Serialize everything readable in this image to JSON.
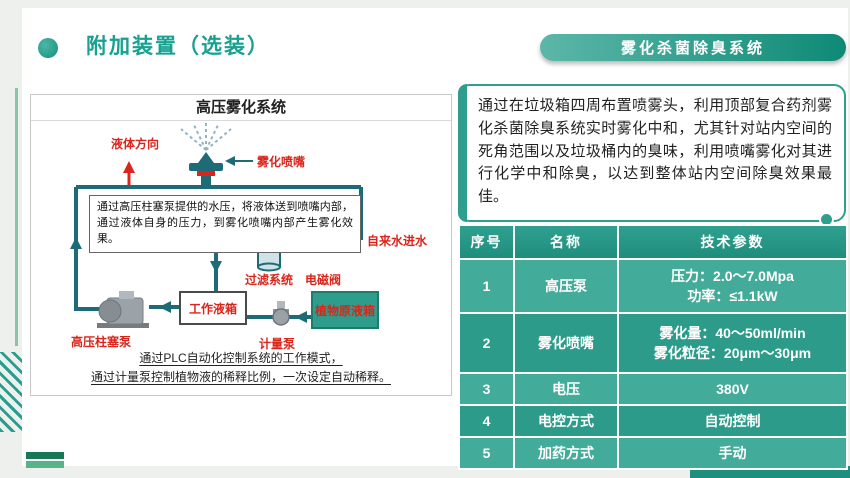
{
  "colors": {
    "accent_teal": "#2f9e8e",
    "label_red": "#d9261c",
    "pipe": "#1d6b77"
  },
  "header": {
    "title": "附加装置（选装）",
    "banner": "雾化杀菌除臭系统"
  },
  "diagram": {
    "title": "高压雾化系统",
    "labels": {
      "liquid_direction": "液体方向",
      "nozzle": "雾化喷嘴",
      "tap_water": "自来水进水",
      "filter": "过滤系统",
      "solenoid_valve": "电磁阀",
      "work_tank": "工作液箱",
      "plant_tank": "植物原液箱",
      "plunger_pump": "高压柱塞泵",
      "metering_pump": "计量泵"
    },
    "principle": "通过高压柱塞泵提供的水压，将液体送到喷嘴内部，通过液体自身的压力，到雾化喷嘴内部产生雾化效果。",
    "note_line1": "通过PLC自动化控制系统的工作模式，",
    "note_line2": "通过计量泵控制植物液的稀释比例，一次设定自动稀释。"
  },
  "description": "通过在垃圾箱四周布置喷雾头，利用顶部复合药剂雾化杀菌除臭系统实时雾化中和，尤其针对站内空间的死角范围以及垃圾桶内的臭味，利用喷嘴雾化对其进行化学中和除臭，以达到整体站内空间除臭效果最佳。",
  "table": {
    "headers": [
      "序号",
      "名称",
      "技术参数"
    ],
    "rows": [
      {
        "no": "1",
        "name": "高压泵",
        "param1": "压力：2.0～7.0Mpa",
        "param2": "功率：≤1.1kW"
      },
      {
        "no": "2",
        "name": "雾化喷嘴",
        "param1": "雾化量：40～50ml/min",
        "param2": "雾化粒径：20μm～30μm"
      },
      {
        "no": "3",
        "name": "电压",
        "param1": "380V"
      },
      {
        "no": "4",
        "name": "电控方式",
        "param1": "自动控制"
      },
      {
        "no": "5",
        "name": "加药方式",
        "param1": "手动"
      }
    ]
  }
}
